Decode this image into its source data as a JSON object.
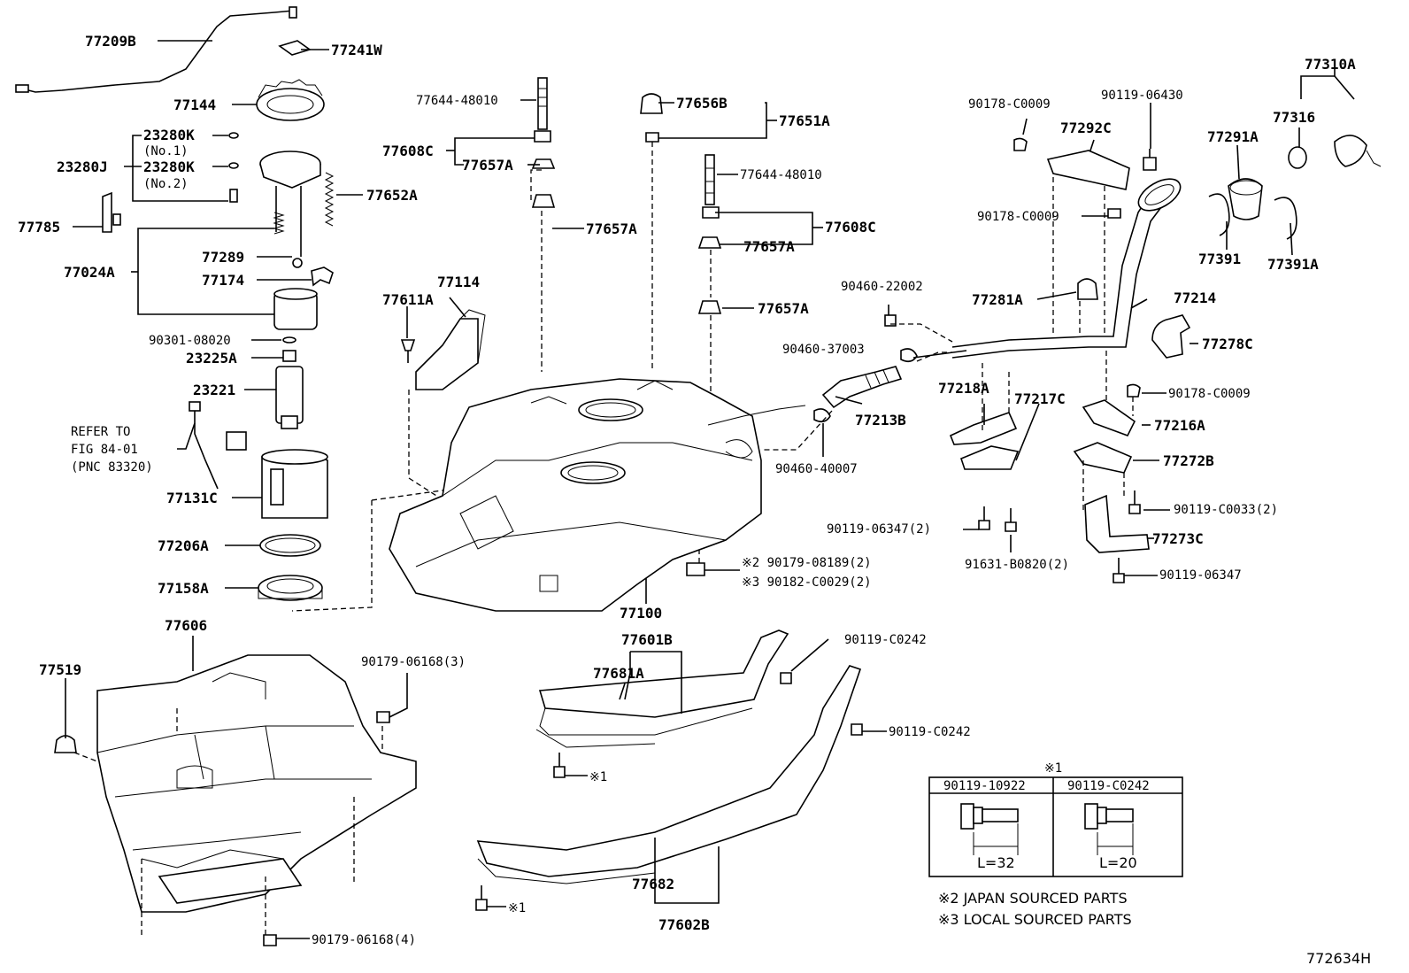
{
  "figure_code": "772634H",
  "labels": {
    "p77209B": "77209B",
    "p77241W": "77241W",
    "p77144": "77144",
    "p23280K_1": "23280K",
    "p23280K_1_note": "(No.1)",
    "p23280J": "23280J",
    "p23280K_2": "23280K",
    "p23280K_2_note": "(No.2)",
    "p77652A": "77652A",
    "p77785": "77785",
    "p77024A": "77024A",
    "p77289": "77289",
    "p77174": "77174",
    "p90301": "90301-08020",
    "p23225A": "23225A",
    "p23221": "23221",
    "refer_1": "REFER TO",
    "refer_2": "FIG 84-01",
    "refer_3": "(PNC 83320)",
    "p77131C": "77131C",
    "p77206A": "77206A",
    "p77158A": "77158A",
    "p77644_top": "77644-48010",
    "p77608C_left": "77608C",
    "p77657A_1": "77657A",
    "p77657A_2": "77657A",
    "p77656B": "77656B",
    "p77651A": "77651A",
    "p77644_mid": "77644-48010",
    "p77608C_right": "77608C",
    "p77657A_3": "77657A",
    "p77657A_4": "77657A",
    "p77611A": "77611A",
    "p77114": "77114",
    "p90179_08189": "※2 90179-08189(2)",
    "p90182": "※3 90182-C0029(2)",
    "p77100": "77100",
    "p90460_22002": "90460-22002",
    "p90460_37003": "90460-37003",
    "p77213B": "77213B",
    "p90460_40007": "90460-40007",
    "p90178_top": "90178-C0009",
    "p90119_06430": "90119-06430",
    "p77292C": "77292C",
    "p90178_mid": "90178-C0009",
    "p77310A": "77310A",
    "p77316": "77316",
    "p77291A": "77291A",
    "p77391": "77391",
    "p77391A": "77391A",
    "p77281A": "77281A",
    "p77214": "77214",
    "p77278C": "77278C",
    "p77218A": "77218A",
    "p77217C": "77217C",
    "p90178_low": "90178-C0009",
    "p77216A": "77216A",
    "p77272B": "77272B",
    "p90119_C0033": "90119-C0033(2)",
    "p90119_06347_2": "90119-06347(2)",
    "p77273C": "77273C",
    "p91631": "91631-B0820(2)",
    "p90119_06347": "90119-06347",
    "p77606": "77606",
    "p77519": "77519",
    "p90179_06168_3": "90179-06168(3)",
    "p90179_06168_4": "90179-06168(4)",
    "p77601B": "77601B",
    "p77681A": "77681A",
    "p90119_C0242_a": "90119-C0242",
    "p90119_C0242_b": "90119-C0242",
    "mark1_a": "※1",
    "mark1_b": "※1",
    "p77682": "77682",
    "p77602B": "77602B"
  },
  "legend_table": {
    "mark": "※1",
    "col1_header": "90119-10922",
    "col2_header": "90119-C0242",
    "col1_len": "L=32",
    "col2_len": "L=20"
  },
  "notes": {
    "note2": "※2 JAPAN SOURCED PARTS",
    "note3": "※3 LOCAL SOURCED PARTS"
  }
}
